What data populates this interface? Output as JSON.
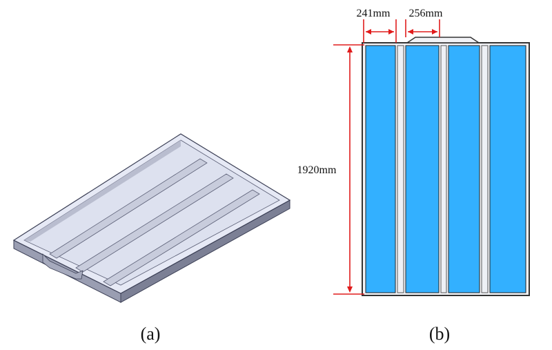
{
  "captions": {
    "a": "(a)",
    "b": "(b)"
  },
  "dimensions": {
    "panel_width": "241mm",
    "gap_width": "256mm",
    "length": "1920mm"
  },
  "colors": {
    "panel_blue": "#33b0ff",
    "dim_red": "#e01b1b",
    "tray_top": "#dfe3f1",
    "tray_side": "#8b8fa3"
  }
}
